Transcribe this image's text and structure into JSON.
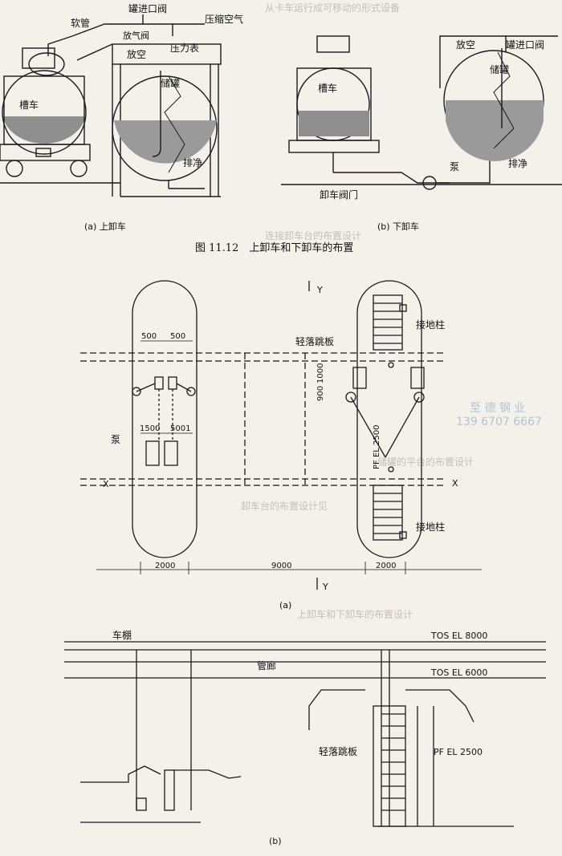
{
  "figure_top": {
    "caption": "图 11.12　上卸车和下卸车的布置",
    "panel_a": {
      "sublabel": "(a) 上卸车",
      "labels": {
        "hose": "软管",
        "tank_inlet_valve": "罐进口阀",
        "compressed_air": "压缩空气",
        "vent_valve": "放气阀",
        "vent": "放空",
        "pressure_gauge": "压力表",
        "storage_tank": "储罐",
        "tank_car": "槽车",
        "drain": "排净"
      }
    },
    "panel_b": {
      "sublabel": "(b) 下卸车",
      "labels": {
        "vent": "放空",
        "tank_inlet_valve": "罐进口阀",
        "storage_tank": "储罐",
        "tank_car": "槽车",
        "pump": "泵",
        "drain": "排净",
        "unload_valve": "卸车阀门"
      }
    }
  },
  "figure_plan": {
    "sublabel": "(a)",
    "labels": {
      "ground_post": "接地柱",
      "light_gangway": "轻落跳板",
      "pump": "泵",
      "pf_el": "PF EL 2500",
      "axis_x": "X",
      "axis_y": "Y"
    },
    "dimensions": {
      "d500a": "500",
      "d500b": "500",
      "d1000": "1000",
      "d900": "900",
      "d1500": "1500",
      "d5001": "5001",
      "d2000a": "2000",
      "d9000": "9000",
      "d2000b": "2000"
    }
  },
  "figure_elev": {
    "sublabel": "(b)",
    "labels": {
      "car_shed": "车棚",
      "pipe_gallery": "管廊",
      "tos_el_8000": "TOS EL 8000",
      "tos_el_6000": "TOS EL 6000",
      "light_gangway": "轻落跳板",
      "pf_el": "PF EL 2500"
    }
  },
  "bleed_through": {
    "company": "至 德 钢 业",
    "phone": "139 6707 6667"
  }
}
